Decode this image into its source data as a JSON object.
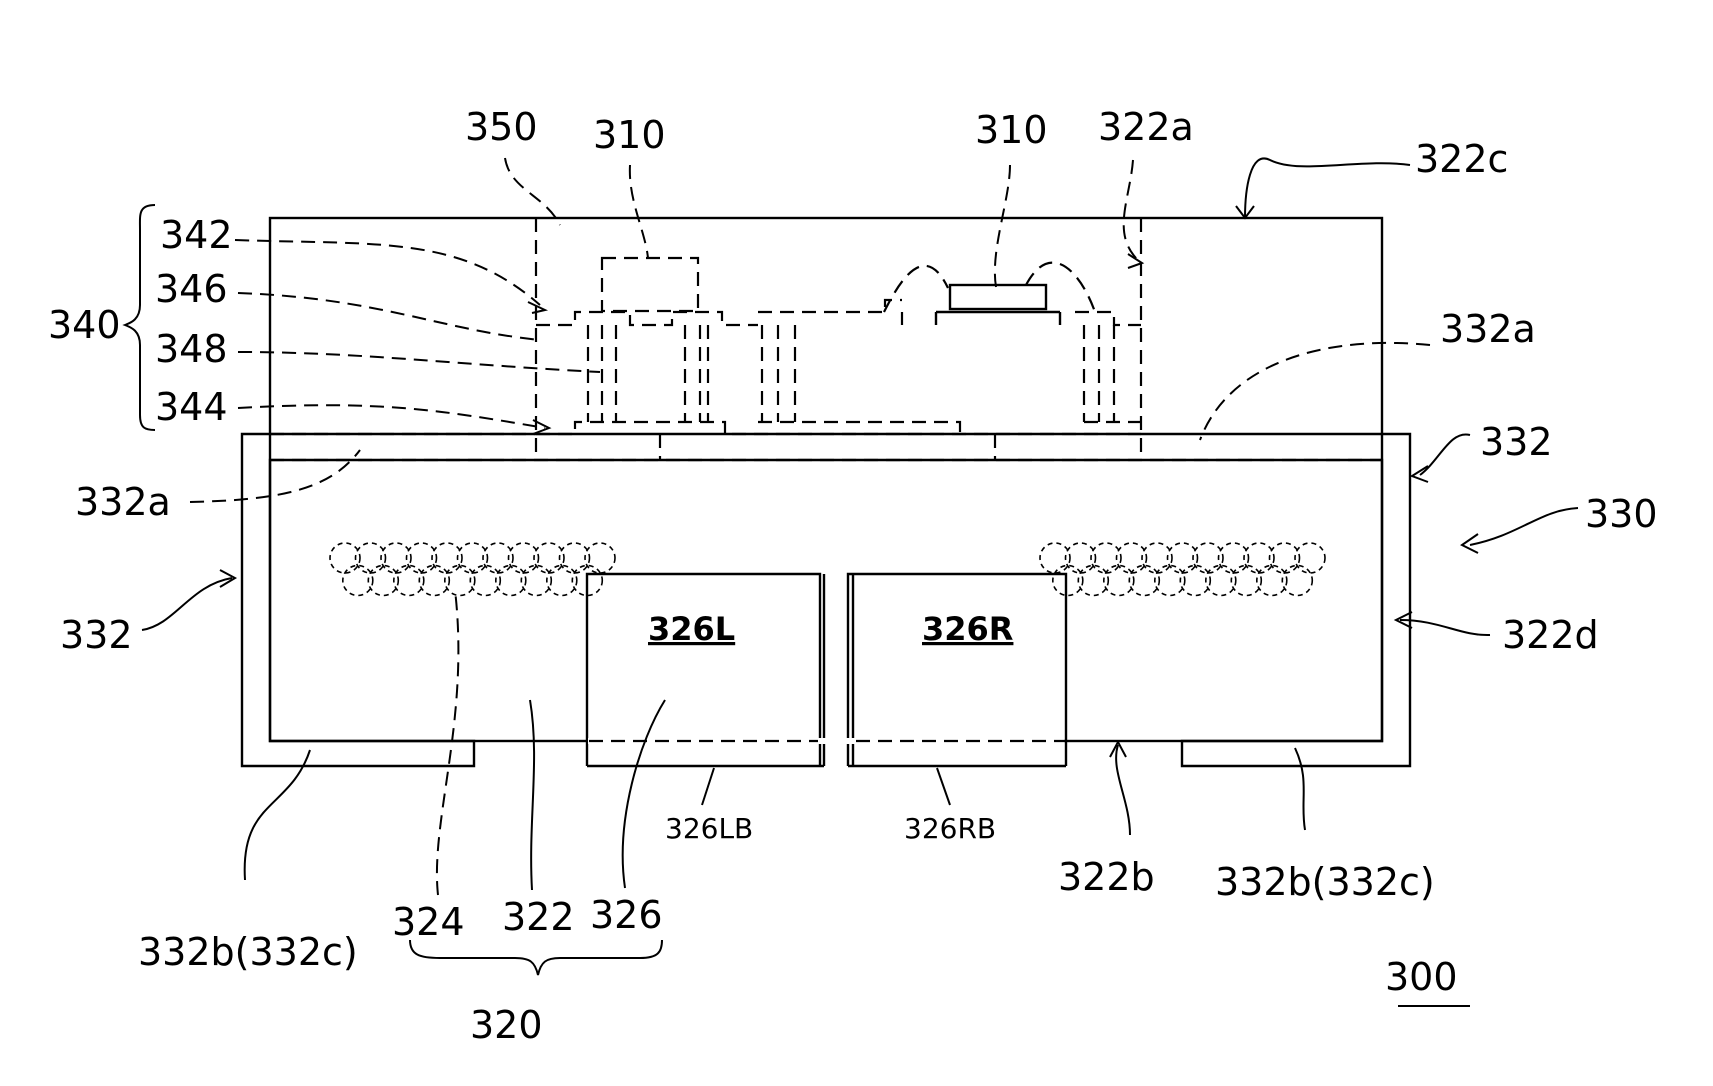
{
  "figure_number": "300",
  "labels": {
    "l350": "350",
    "l310a": "310",
    "l310b": "310",
    "l322a_top": "322a",
    "l322c": "322c",
    "l340": "340",
    "l342": "342",
    "l346": "346",
    "l348": "348",
    "l344": "344",
    "l332a_right": "332a",
    "l332_right": "332",
    "l330": "330",
    "l332a_left": "332a",
    "l332_left": "332",
    "l322d": "322d",
    "l326L": "326L",
    "l326R": "326R",
    "l326LB": "326LB",
    "l326RB": "326RB",
    "l322b": "322b",
    "l332b_right": "332b(332c)",
    "l332b_left": "332b(332c)",
    "l324": "324",
    "l322": "322",
    "l326": "326",
    "l320": "320"
  }
}
